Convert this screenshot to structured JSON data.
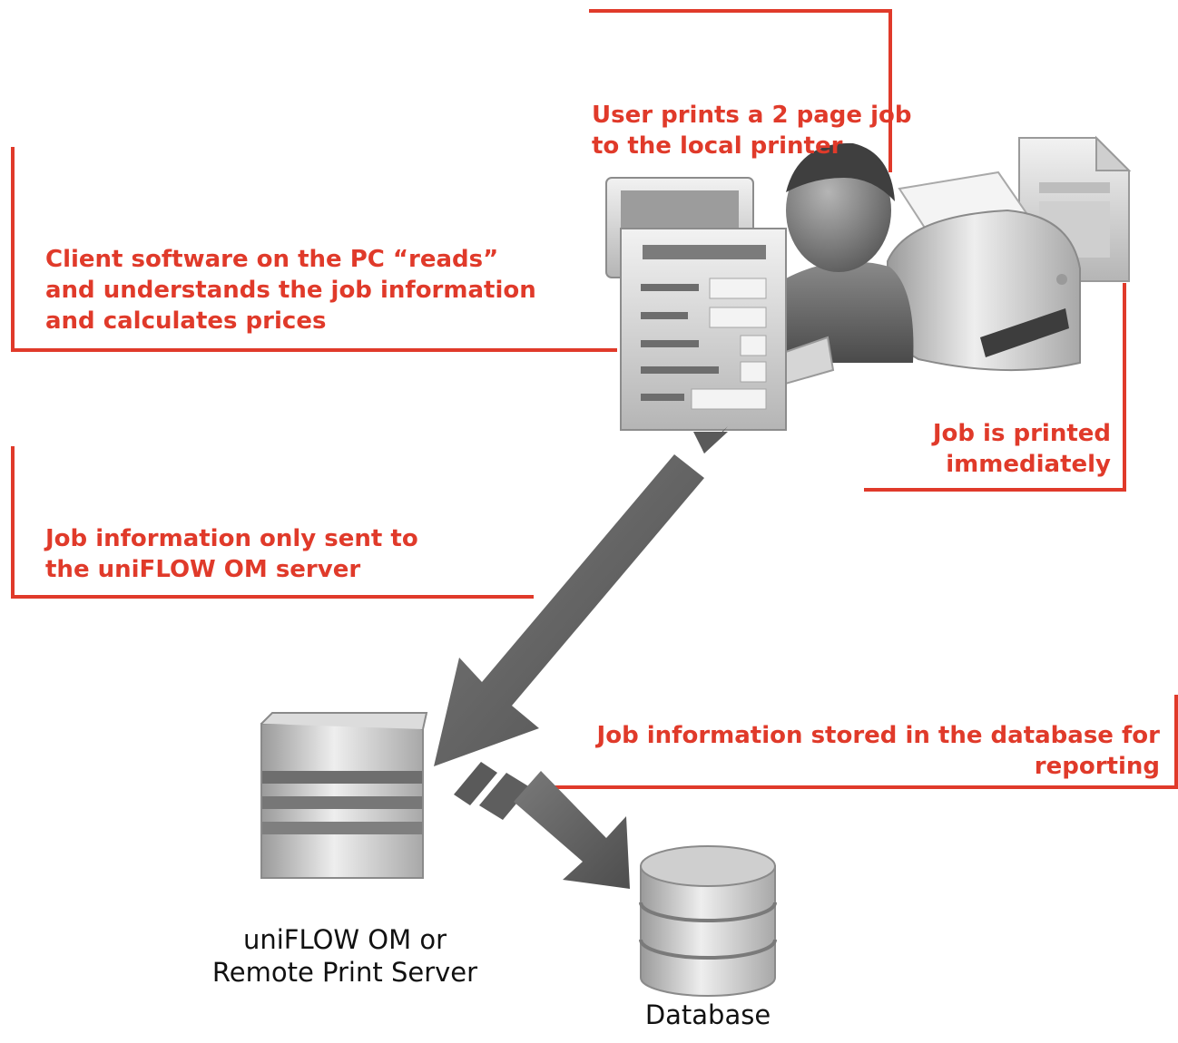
{
  "callouts": {
    "user_prints": {
      "line1": "User prints a 2 page job",
      "line2": "to the local printer"
    },
    "client_software": {
      "line1": "Client software on the PC “reads”",
      "line2": "and understands the job information",
      "line3": "and calculates prices"
    },
    "job_printed": {
      "line1": "Job is printed",
      "line2": "immediately"
    },
    "job_info_sent": {
      "line1": "Job information only sent to",
      "line2": "the uniFLOW OM server"
    },
    "job_info_stored": {
      "line1": "Job information stored in the database for",
      "line2": "reporting"
    }
  },
  "nodes": {
    "server": {
      "line1": "uniFLOW OM or",
      "line2": "Remote Print Server"
    },
    "database": {
      "label": "Database"
    }
  },
  "colors": {
    "accent": "#e03a2a",
    "arrow": "#5a5a5a",
    "icon_gray": "#8c8c8c"
  }
}
